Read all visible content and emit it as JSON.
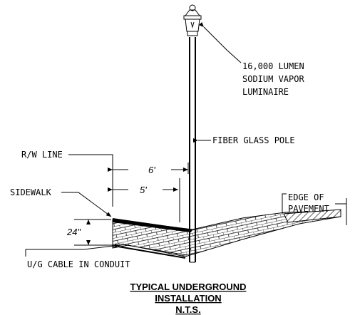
{
  "labels": {
    "luminaire_line1": "16,000 LUMEN",
    "luminaire_line2": "SODIUM VAPOR",
    "luminaire_line3": "LUMINAIRE",
    "pole": "FIBER GLASS POLE",
    "rw_line": "R/W LINE",
    "sidewalk": "SIDEWALK",
    "edge_line1": "EDGE OF",
    "edge_line2": "PAVEMENT",
    "cable": "U/G CABLE IN CONDUIT"
  },
  "dimensions": {
    "six_ft": "6'",
    "five_ft": "5'",
    "depth": "24\""
  },
  "title": {
    "line1": "TYPICAL UNDERGROUND",
    "line2": "INSTALLATION",
    "line3": "N.T.S."
  }
}
